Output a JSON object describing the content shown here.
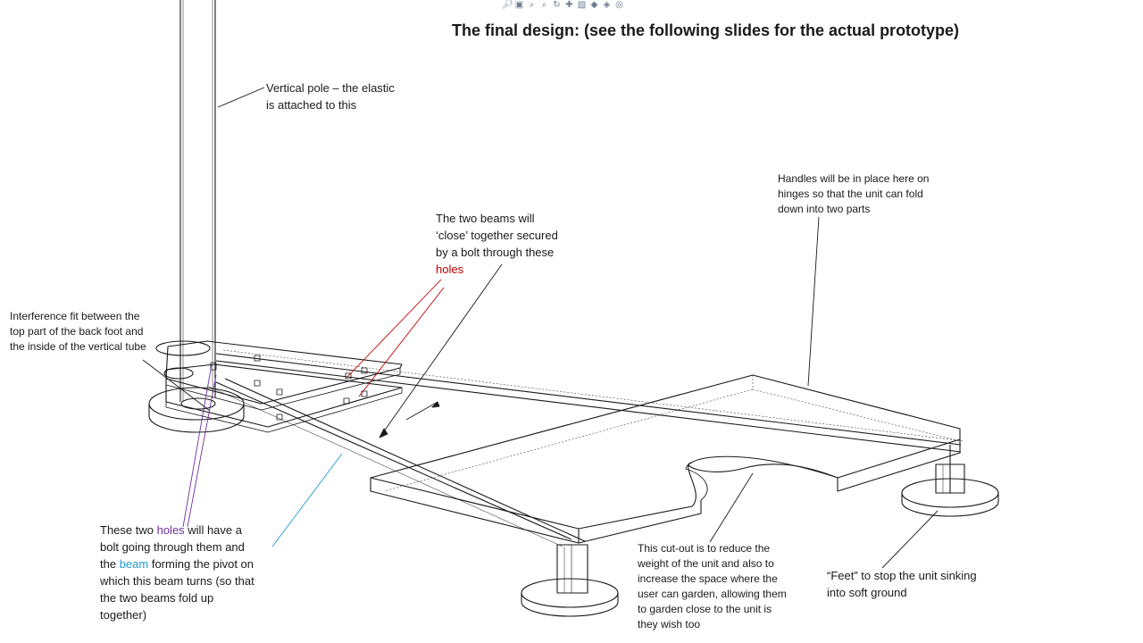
{
  "title": "The final design: (see the following slides for the actual prototype)",
  "toolbar_icons": [
    "zoom-icon",
    "zoom-area-icon",
    "zoom-fit-icon",
    "zoom-sheet-icon",
    "rotate-icon",
    "pan-icon",
    "view-orientation-icon",
    "section-icon",
    "display-style-icon",
    "appearance-icon"
  ],
  "labels": {
    "vertical_pole": [
      "Vertical pole – the elastic",
      "is attached to this"
    ],
    "handles": [
      "Handles will be in place here on",
      "hinges so that the unit can fold",
      "down into two parts"
    ],
    "beams_close": {
      "lines": [
        "The two beams will",
        "‘close’ together secured",
        "by a bolt through these"
      ],
      "highlight": "holes"
    },
    "interference": [
      "Interference fit between the",
      "top part of the back foot and",
      "the inside of the vertical tube"
    ],
    "holes_pivot": {
      "p1": "These two ",
      "p1_highlight": "holes",
      "p1_end": " will have a",
      "p2": "bolt going through them and",
      "p3": "the ",
      "p3_highlight": "beam",
      "p3_end": " forming the pivot on",
      "p4": "which this beam turns (so that",
      "p5": "the two beams fold up",
      "p6": "together)"
    },
    "cutout": [
      "This cut-out is to reduce the",
      "weight of the unit and also to",
      "increase the space where the",
      "user can garden, allowing them",
      "to garden close to the unit is",
      "they wish too"
    ],
    "feet": [
      "“Feet” to stop the unit sinking",
      "into soft ground"
    ]
  },
  "colors": {
    "line": "#1a1a1a",
    "holes_red": "#c00000",
    "holes_purple": "#7030a0",
    "beam_cyan": "#1e9bd7"
  }
}
